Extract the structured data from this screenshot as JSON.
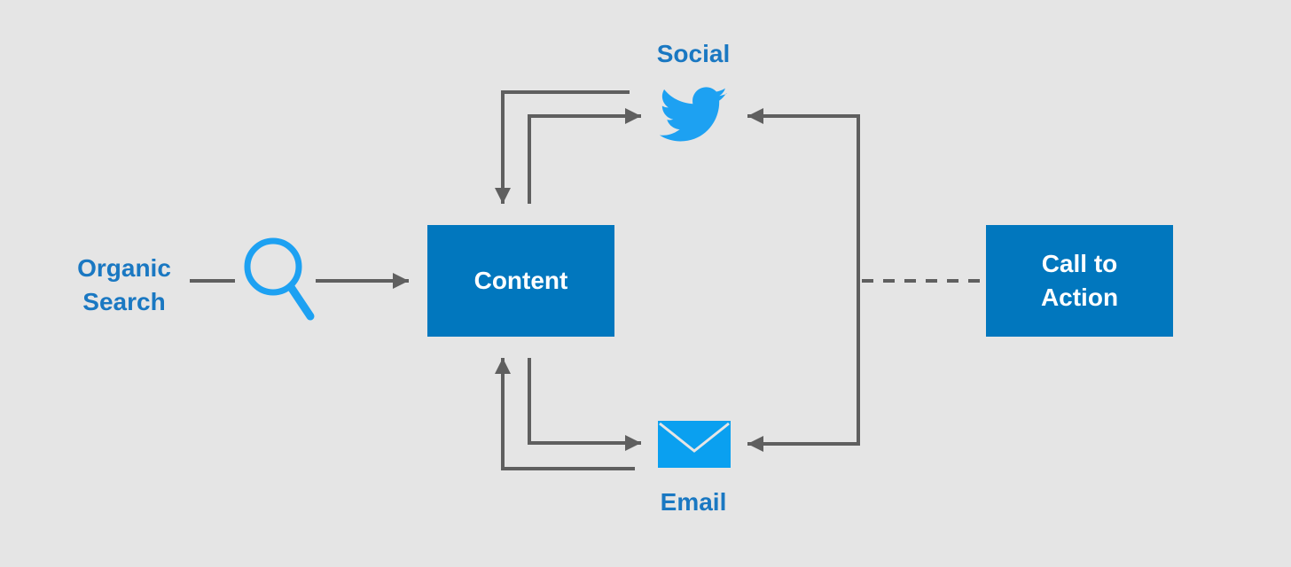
{
  "labels": {
    "social": "Social",
    "email": "Email",
    "organic_line1": "Organic",
    "organic_line2": "Search"
  },
  "nodes": {
    "content": "Content",
    "cta_line1": "Call to",
    "cta_line2": "Action"
  },
  "icons": {
    "search": "magnifying-glass",
    "social": "twitter-bird",
    "email": "envelope"
  },
  "colors": {
    "background": "#e5e5e5",
    "box_fill": "#0177be",
    "box_text": "#ffffff",
    "label_text": "#1a78c2",
    "icon": "#1da1f2",
    "connector": "#5f5f5f"
  }
}
